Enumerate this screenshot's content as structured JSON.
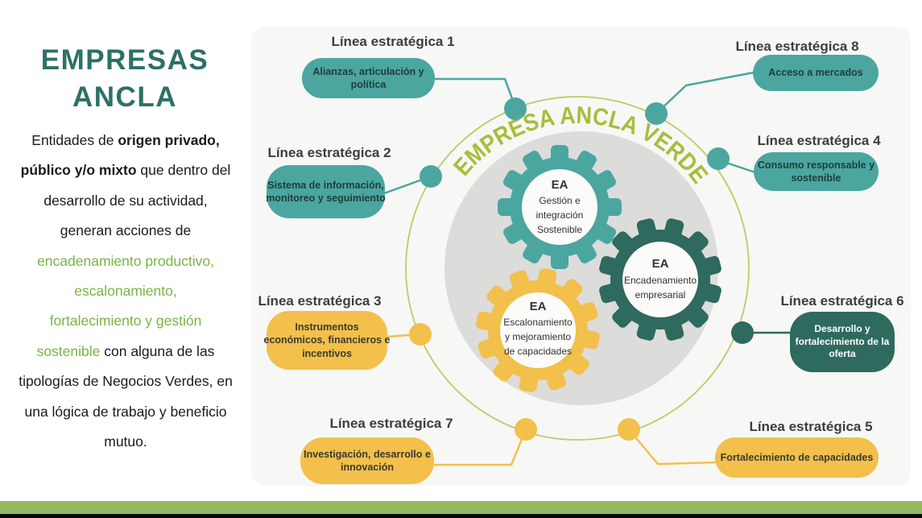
{
  "left_panel": {
    "title": [
      "EMPRESAS",
      "ANCLA"
    ],
    "paragraph_lines": [
      [
        "Entidades de ",
        "origen privado,"
      ],
      [
        "público y/o mixto",
        " que dentro del"
      ],
      [
        "desarrollo de su actividad,"
      ],
      [
        "generan acciones de"
      ],
      [
        "encadenamiento productivo,"
      ],
      [
        "escalonamiento,"
      ],
      [
        "fortalecimiento y gestión"
      ],
      [
        "sostenible",
        " con alguna de las"
      ],
      [
        "tipologías de Negocios Verdes, en"
      ],
      [
        "una lógica de trabajo y beneficio"
      ],
      [
        "mutuo."
      ]
    ]
  },
  "diagram": {
    "center_label": "EMPRESA ANCLA VERDE",
    "gears": [
      {
        "name": "gestion-integracion-sostenible",
        "color": "#4BA6A0",
        "lines": [
          "EA",
          "Gestión e",
          "integración",
          "Sostenible"
        ]
      },
      {
        "name": "encadenamiento-empresarial",
        "color": "#2E6A5E",
        "lines": [
          "EA",
          "Encadenamiento",
          "empresarial"
        ]
      },
      {
        "name": "escalonamiento-mejoramiento",
        "color": "#F2C04B",
        "lines": [
          "EA",
          "Escalonamiento",
          "y mejoramiento",
          "de capacidades"
        ]
      }
    ],
    "lineas": [
      {
        "num": "1",
        "label": "Línea estratégica 1",
        "color": "teal",
        "pill_lines": [
          "Alianzas, articulación y",
          "política"
        ]
      },
      {
        "num": "2",
        "label": "Línea estratégica 2",
        "color": "teal",
        "pill_lines": [
          "Sistema de información,",
          "monitoreo y seguimiento"
        ]
      },
      {
        "num": "3",
        "label": "Línea estratégica 3",
        "color": "yellow",
        "pill_lines": [
          "Instrumentos",
          "económicos, financieros e",
          "incentivos"
        ]
      },
      {
        "num": "4",
        "label": "Línea estratégica 4",
        "color": "teal",
        "pill_lines": [
          "Consumo responsable y",
          "sostenible"
        ]
      },
      {
        "num": "5",
        "label": "Línea estratégica 5",
        "color": "yellow",
        "pill_lines": [
          "Fortalecimiento de capacidades"
        ]
      },
      {
        "num": "6",
        "label": "Línea estratégica 6",
        "color": "dark-teal",
        "pill_lines": [
          "Desarrollo y",
          "fortalecimiento de la",
          "oferta"
        ]
      },
      {
        "num": "7",
        "label": "Línea estratégica 7",
        "color": "yellow",
        "pill_lines": [
          "Investigación, desarrollo e",
          "innovación"
        ]
      },
      {
        "num": "8",
        "label": "Línea estratégica 8",
        "color": "teal",
        "pill_lines": [
          "Acceso a mercados"
        ]
      }
    ]
  },
  "colors": {
    "teal": "#4BA6A0",
    "dark_teal": "#2E6A5E",
    "yellow": "#F2C04B",
    "lime_arc_text": "#A6BE3C",
    "ring": "#BFCA67",
    "title_teal": "#2C7165",
    "paragraph_green": "#79B445",
    "gray_circle": "#DCDCDB",
    "bottom_bar_green": "#97B95F",
    "bottom_bar_black": "#0a0a0a",
    "panel_bg": "#F7F7F5"
  }
}
